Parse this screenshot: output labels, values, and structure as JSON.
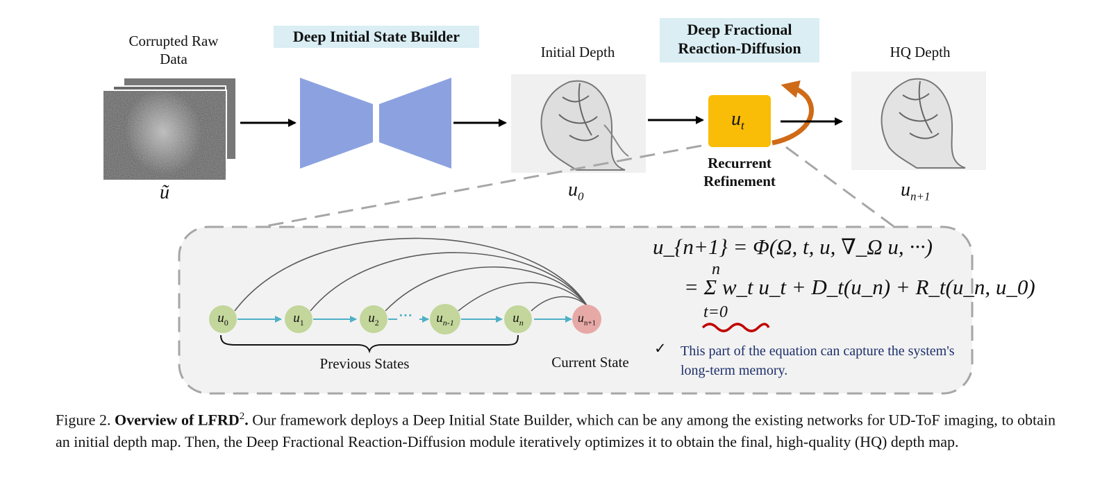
{
  "top": {
    "corrupted_label": "Corrupted Raw Data",
    "builder_title": "Deep Initial State Builder",
    "initial_depth_label": "Initial Depth",
    "frd_title_line1": "Deep Fractional",
    "frd_title_line2": "Reaction-Diffusion",
    "hq_label": "HQ Depth",
    "recurrent_line1": "Recurrent",
    "recurrent_line2": "Refinement",
    "sym_raw": "ũ",
    "sym_u0_base": "u",
    "sym_u0_sub": "0",
    "sym_ut_base": "u",
    "sym_ut_sub": "t",
    "sym_out_base": "u",
    "sym_out_sub": "n+1"
  },
  "detail": {
    "nodes": [
      {
        "base": "u",
        "sub": "0"
      },
      {
        "base": "u",
        "sub": "1"
      },
      {
        "base": "u",
        "sub": "2"
      },
      {
        "base": "u",
        "sub": "n-1"
      },
      {
        "base": "u",
        "sub": "n"
      },
      {
        "base": "u",
        "sub": "n+1"
      }
    ],
    "ellipsis": "···",
    "previous_states": "Previous States",
    "current_state": "Current State",
    "eq_line1": "u_{n+1} = Φ(Ω, t, u, ∇_Ω u, ···)",
    "eq_sum_top": "n",
    "eq_sum_bottom": "t=0",
    "eq_line2": "= Σ w_t u_t + D_t(u_n) + R_t(u_n, u_0)",
    "check": "✓",
    "note": "This part of the equation can capture the system's long-term memory."
  },
  "caption": {
    "prefix": "Figure 2. ",
    "bold": "Overview of LFRD",
    "sup": "2",
    "bold_end": ".",
    "text": " Our framework deploys a Deep Initial State Builder, which can be any among the existing networks for UD-ToF imaging, to obtain an initial depth map. Then, the Deep Fractional Reaction-Diffusion module iteratively optimizes it to obtain the final, high-quality (HQ) depth map."
  },
  "colors": {
    "encoder": "#8ca2e0",
    "state_box": "#f9bd08",
    "loop_arrow": "#cf6a17",
    "node_prev": "#c3d69b",
    "node_current": "#e7a9a6",
    "edge_arrow": "#4fb0c6",
    "header_bg": "#daeef4",
    "note_text": "#1c2f6b",
    "wave": "#c00000"
  }
}
